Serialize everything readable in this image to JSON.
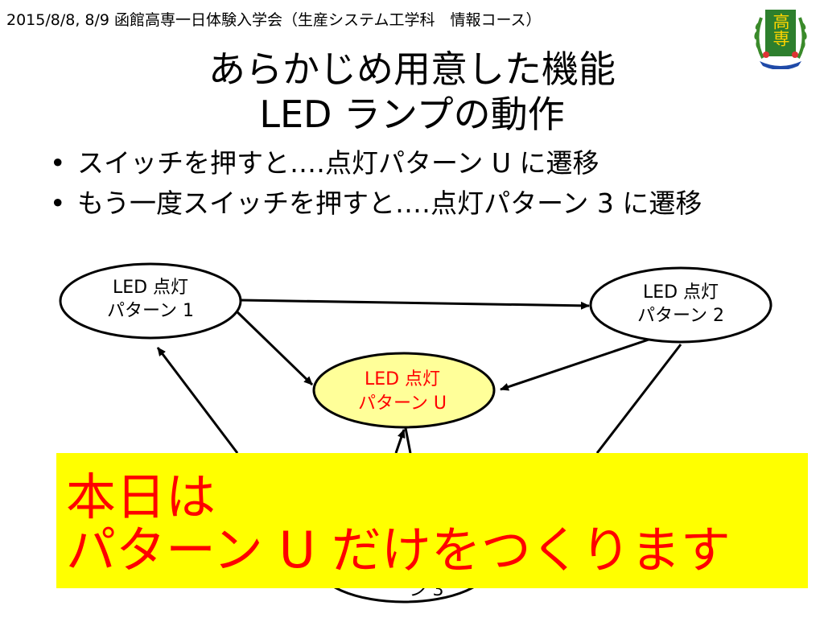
{
  "header": {
    "text": "2015/8/8, 8/9 函館高専一日体験入学会（生産システム工学科　情報コース）"
  },
  "logo": {
    "text": "高専"
  },
  "title": {
    "line1": "あらかじめ用意した機能",
    "line2": "LED ランプの動作"
  },
  "bullets": [
    {
      "text": "スイッチを押すと‥‥点灯パターン U に遷移"
    },
    {
      "text": "もう一度スイッチを押すと‥‥点灯パターン 3 に遷移"
    }
  ],
  "diagram": {
    "nodes": [
      {
        "id": "p1",
        "line1": "LED 点灯",
        "line2": "パターン 1"
      },
      {
        "id": "p2",
        "line1": "LED 点灯",
        "line2": "パターン 2"
      },
      {
        "id": "pu",
        "line1": "LED 点灯",
        "line2": "パターン U"
      },
      {
        "id": "p3",
        "label": "ン 3"
      }
    ],
    "colors": {
      "highlight_fill": "#ffff99",
      "highlight_text": "#ff0000"
    }
  },
  "callout": {
    "line1": "本日は",
    "line2": "パターン U だけをつくります",
    "bg": "#ffff00",
    "color": "#ff0000"
  }
}
